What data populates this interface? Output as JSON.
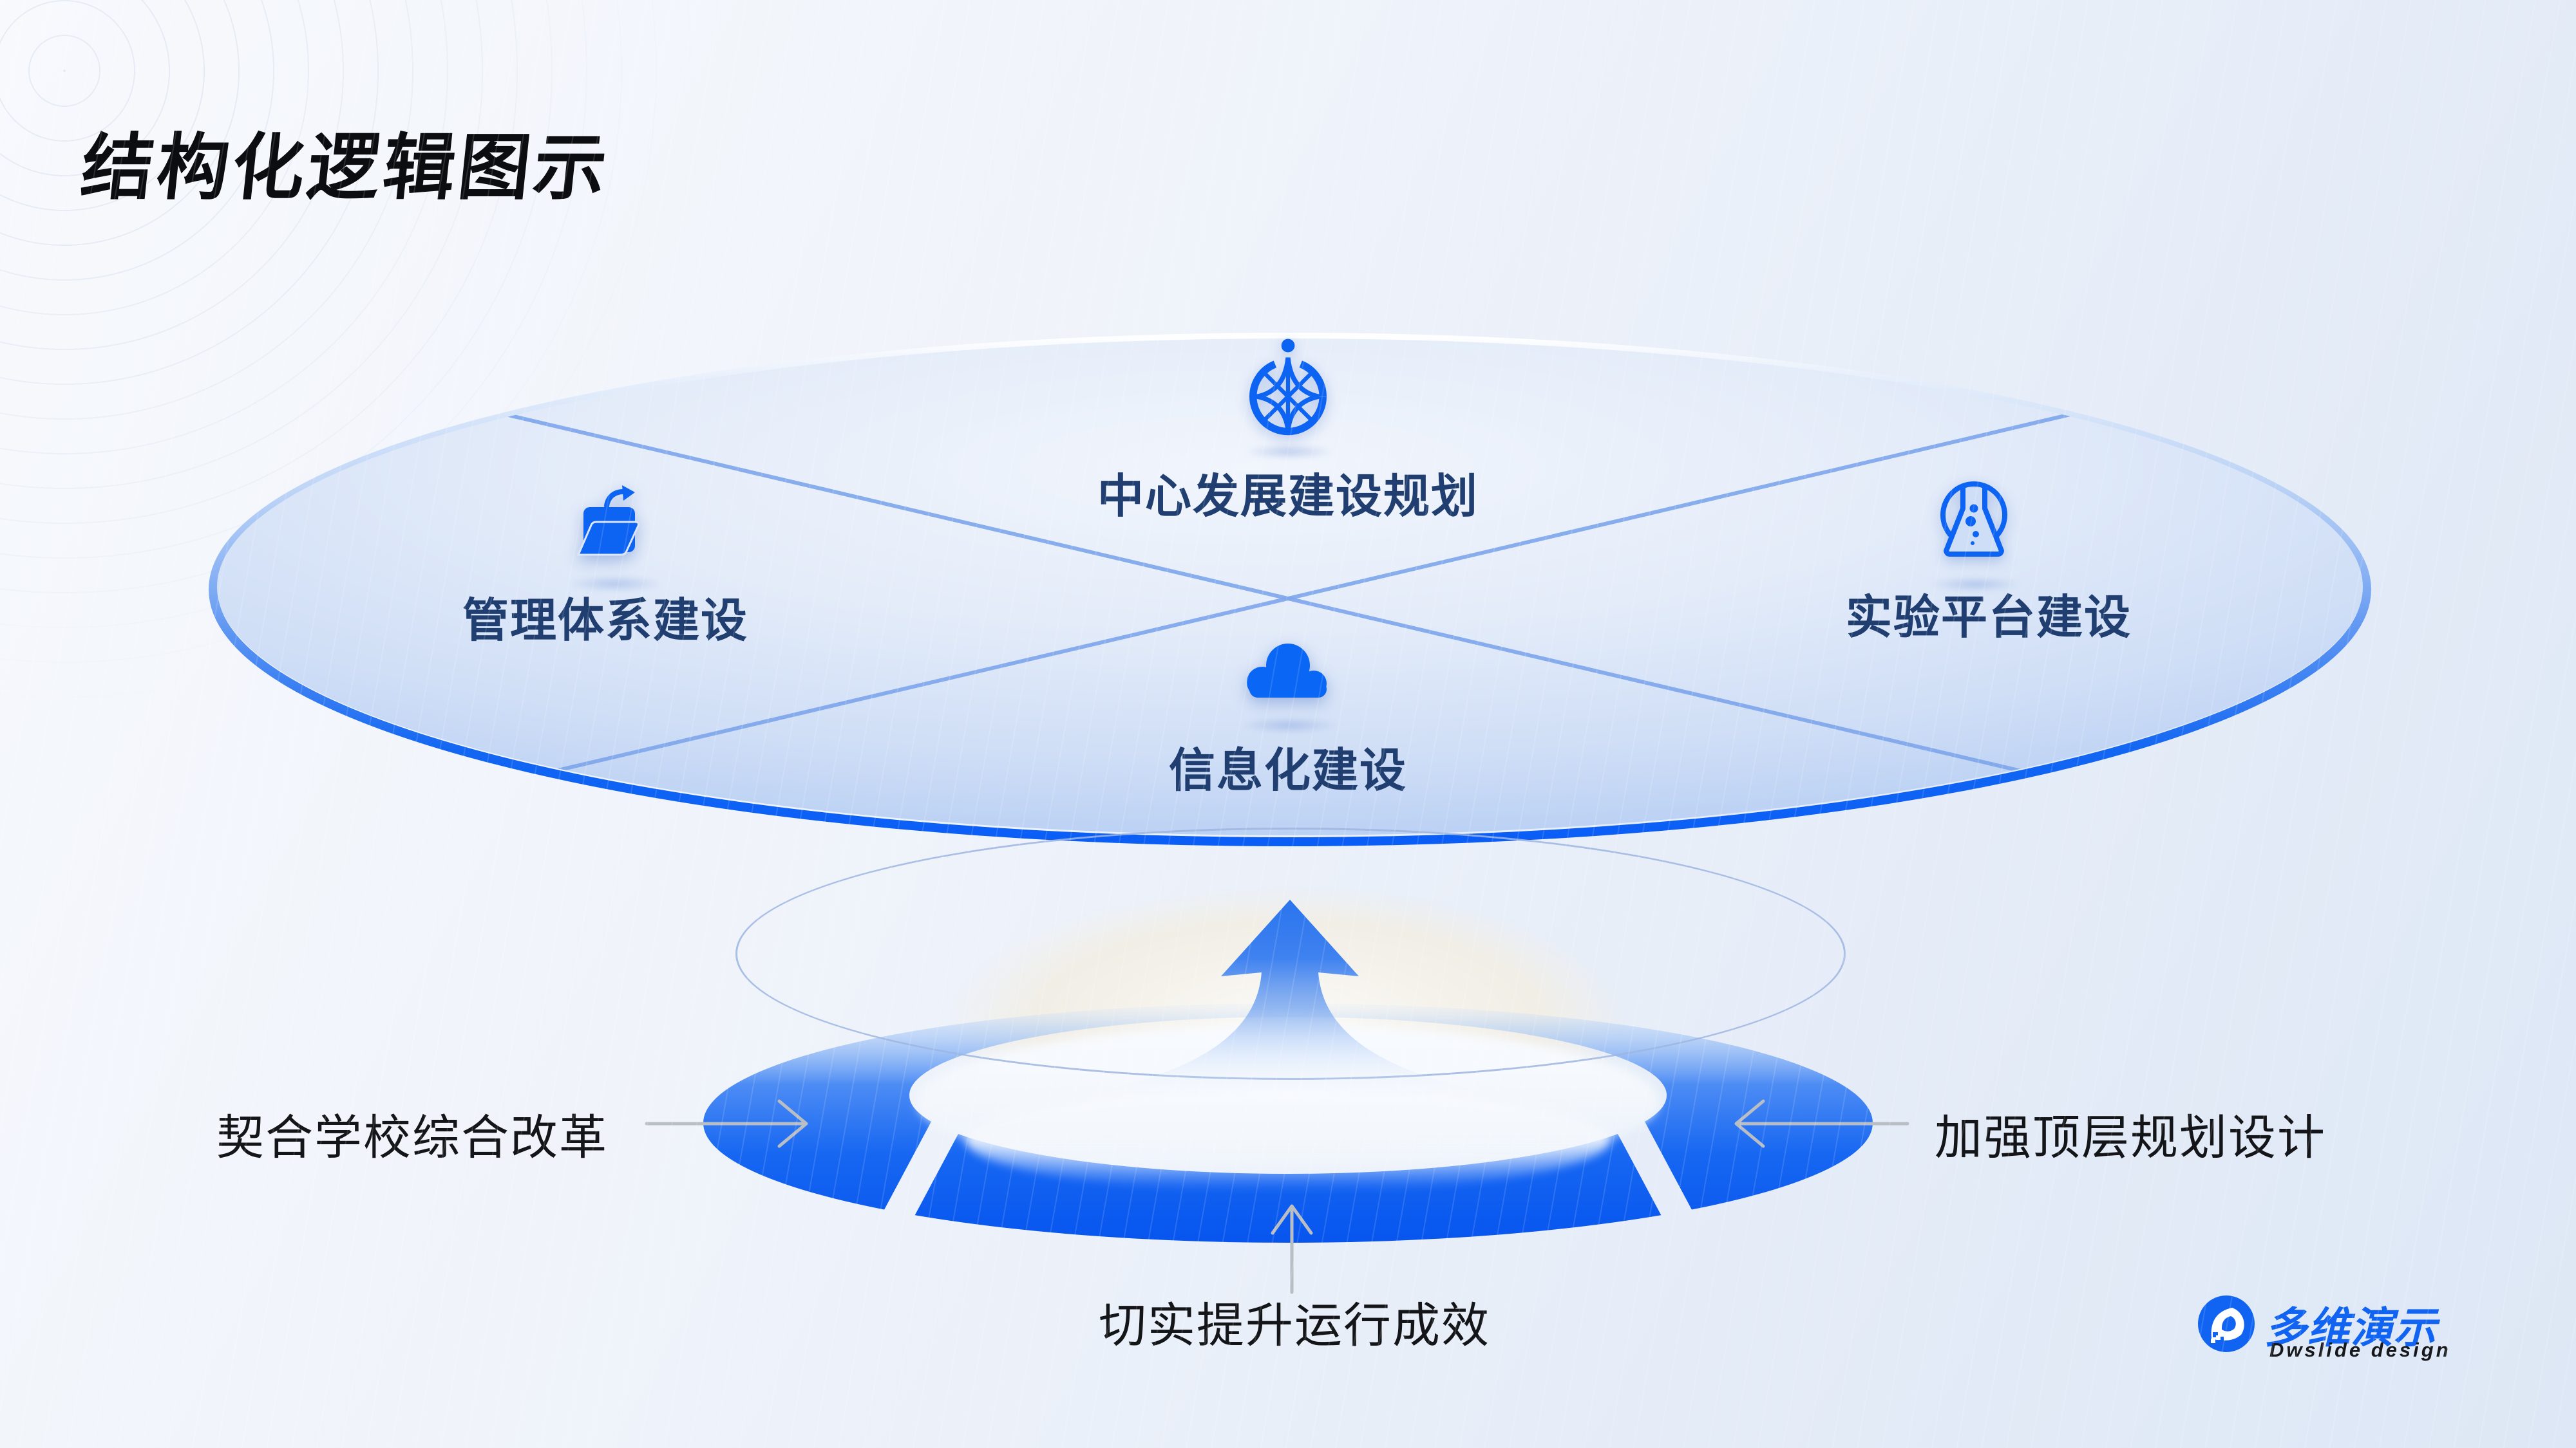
{
  "slide": {
    "title": "结构化逻辑图示"
  },
  "colors": {
    "accent_blue": "#0d63f2",
    "deep_base_blue": "#0553ee",
    "disc_rim_blue": "#0b62f5",
    "cross_line_blue": "#7ea6ec",
    "node_label_navy": "#203f70",
    "base_label_black": "#141518",
    "connector_gray": "#b9bdc4",
    "cream_plate": "#f1eee6"
  },
  "disc": {
    "nodes": [
      {
        "icon": "compass-icon",
        "label": "中心发展建设规划",
        "position": "top-center"
      },
      {
        "icon": "folder-icon",
        "label": "管理体系建设",
        "position": "left"
      },
      {
        "icon": "flask-icon",
        "label": "实验平台建设",
        "position": "right"
      },
      {
        "icon": "cloud-icon",
        "label": "信息化建设",
        "position": "bottom-center"
      }
    ]
  },
  "base": {
    "labels": [
      {
        "position": "left",
        "text": "契合学校综合改革"
      },
      {
        "position": "right",
        "text": "加强顶层规划设计"
      },
      {
        "position": "bottom",
        "text": "切实提升运行成效"
      }
    ]
  },
  "logo": {
    "zh": "多维演示",
    "en": "Dwslide design"
  }
}
